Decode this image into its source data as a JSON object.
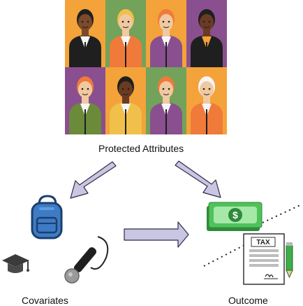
{
  "labels": {
    "protected_attributes": "Protected Attributes",
    "covariates": "Covariates",
    "outcome": "Outcome",
    "tax_form_title": "TAX",
    "money_symbol": "$"
  },
  "colors": {
    "arrow_fill": "#c9c6e2",
    "arrow_stroke": "#2e2a4a",
    "orange": "#f3a33a",
    "green": "#73a25a",
    "purple": "#8a4f8f",
    "slate": "#6e7a85",
    "backpack_blue": "#3d7bc4",
    "money_green": "#4fc25a",
    "pencil_green": "#3fae49"
  },
  "people_tiles": [
    {
      "name": "person-1",
      "bg": "#f3a33a",
      "skin": "#7a4a2a",
      "hair": "#1f1f1f",
      "shirt": "#1f1f1f",
      "collar": "#f6f6f6"
    },
    {
      "name": "person-2",
      "bg": "#73a25a",
      "skin": "#f0c9a1",
      "hair": "#f0c04a",
      "shirt": "#f07a3a",
      "collar": "#f6f6f6"
    },
    {
      "name": "person-3",
      "bg": "#f3a33a",
      "skin": "#f0c9a1",
      "hair": "#f07a3a",
      "shirt": "#8a4f8f",
      "collar": "#f6f6f6"
    },
    {
      "name": "person-4",
      "bg": "#8a4f8f",
      "skin": "#6a3b22",
      "hair": "#1f1f1f",
      "shirt": "#1f1f1f",
      "collar": "#f3a33a"
    },
    {
      "name": "person-5",
      "bg": "#8a4f8f",
      "skin": "#f0c9a1",
      "hair": "#f07a3a",
      "shirt": "#6b8a3a",
      "collar": "#f6f6f6"
    },
    {
      "name": "person-6",
      "bg": "#f3a33a",
      "skin": "#6a3b22",
      "hair": "#1f1f1f",
      "shirt": "#f0c04a",
      "collar": "#f6f6f6"
    },
    {
      "name": "person-7",
      "bg": "#73a25a",
      "skin": "#f0c9a1",
      "hair": "#f07a3a",
      "shirt": "#8a4f8f",
      "collar": "#f6f6f6"
    },
    {
      "name": "person-8",
      "bg": "#f3a33a",
      "skin": "#f0c9a1",
      "hair": "#f6f6f6",
      "shirt": "#f07a3a",
      "collar": "#f6f6f6"
    }
  ]
}
